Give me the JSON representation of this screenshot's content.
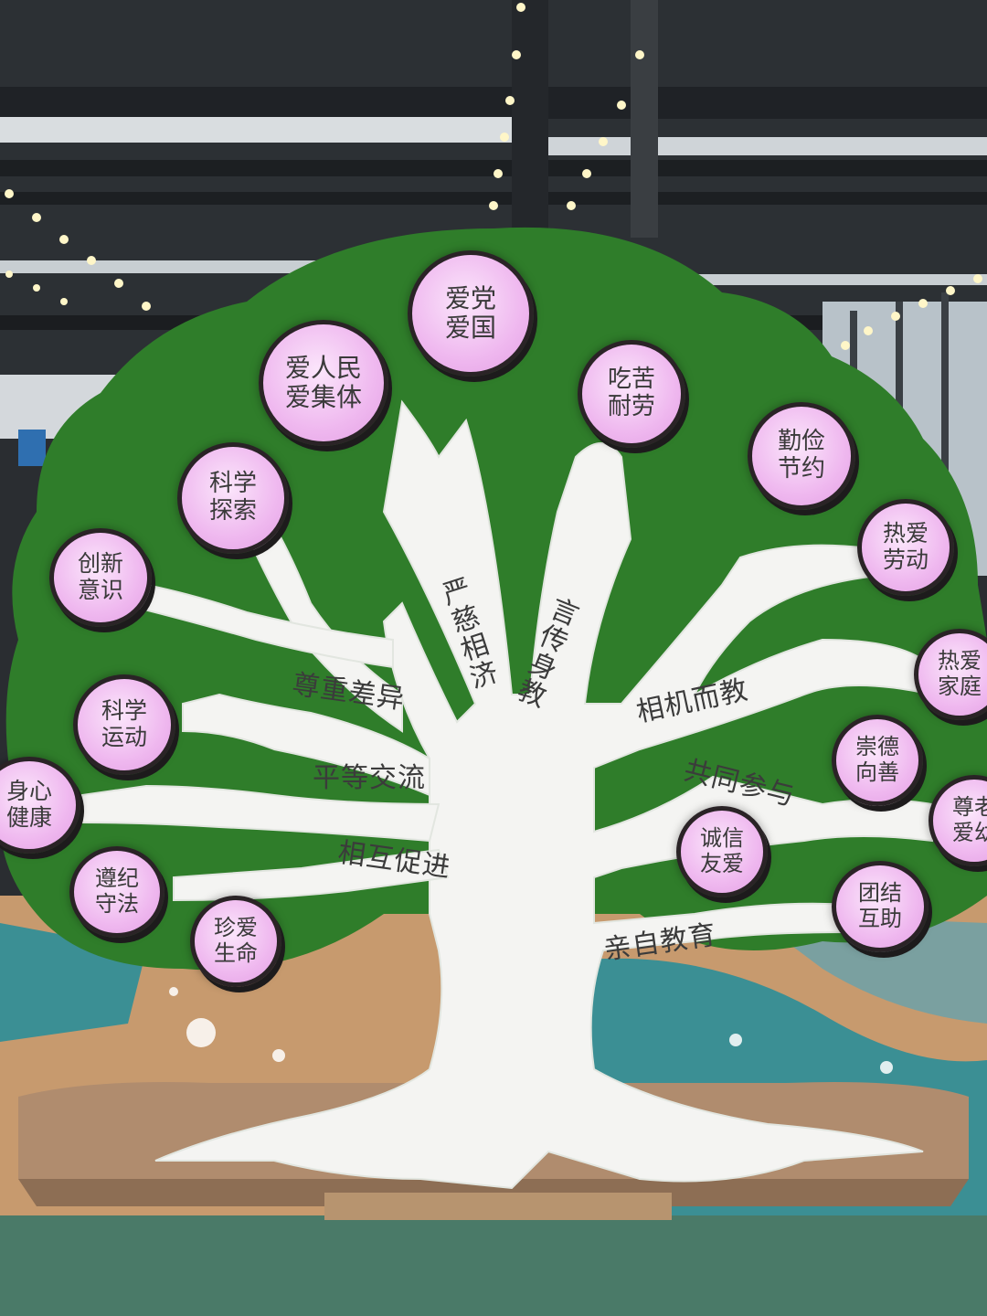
{
  "bubbles": [
    {
      "id": "aidang",
      "line1": "爱党",
      "line2": "爱国"
    },
    {
      "id": "airenmin",
      "line1": "爱人民",
      "line2": "爱集体"
    },
    {
      "id": "chiku",
      "line1": "吃苦",
      "line2": "耐劳"
    },
    {
      "id": "qinjian",
      "line1": "勤俭",
      "line2": "节约"
    },
    {
      "id": "kexue-tansuo",
      "line1": "科学",
      "line2": "探索"
    },
    {
      "id": "reai-laodong",
      "line1": "热爱",
      "line2": "劳动"
    },
    {
      "id": "chuangxin",
      "line1": "创新",
      "line2": "意识"
    },
    {
      "id": "reai-jiating",
      "line1": "热爱",
      "line2": "家庭"
    },
    {
      "id": "kexue-yundong",
      "line1": "科学",
      "line2": "运动"
    },
    {
      "id": "chongde",
      "line1": "崇德",
      "line2": "向善"
    },
    {
      "id": "shenxin",
      "line1": "身心",
      "line2": "健康"
    },
    {
      "id": "zunlao",
      "line1": "尊老",
      "line2": "爱幼"
    },
    {
      "id": "chengxin",
      "line1": "诚信",
      "line2": "友爱"
    },
    {
      "id": "zunji",
      "line1": "遵纪",
      "line2": "守法"
    },
    {
      "id": "tuanjie",
      "line1": "团结",
      "line2": "互助"
    },
    {
      "id": "zhenai",
      "line1": "珍爱",
      "line2": "生命"
    }
  ],
  "branch_labels": {
    "yanci": "严慈相济",
    "yanchuan": "言传身教",
    "zunzhong": "尊重差异",
    "xiangji": "相机而教",
    "pingdeng": "平等交流",
    "gongtong": "共同参与",
    "xianghu": "相互促进",
    "qinzi": "亲自教育"
  },
  "colors": {
    "canopy_green": "#2f7d2a",
    "trunk_white": "#f4f4f2",
    "bubble_pink": "#efb8ef",
    "ceiling_dark": "#2a2d31",
    "floor_tan": "#c79a6e",
    "floor_teal": "#3b8f94"
  }
}
